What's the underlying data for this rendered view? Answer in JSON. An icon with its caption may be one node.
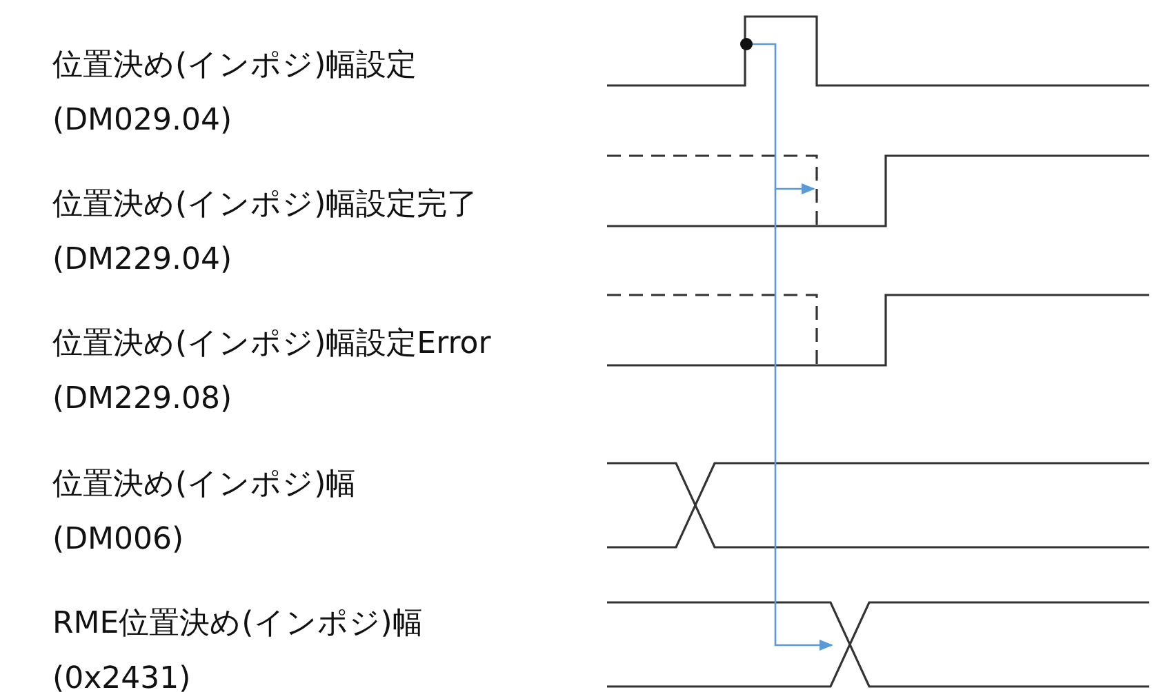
{
  "diagram": {
    "nodes": [
      {
        "text": [
          "位置決め(インポジ)幅設定",
          "(DM029.04)"
        ]
      },
      {
        "text": [
          "位置決め(インポジ)幅設定完了",
          "(DM229.04)"
        ]
      },
      {
        "text": [
          "位置決め(インポジ)幅設定Error",
          "(DM229.08)"
        ]
      },
      {
        "text": [
          "位置決め(インポジ)幅",
          "(DM006)"
        ]
      },
      {
        "text": [
          "RME位置決め(インポジ)幅",
          "(0x2431)"
        ]
      },
      {
        "text": [],
        "shape": "waveform"
      },
      {
        "text": [],
        "shape": "waveform"
      },
      {
        "text": [],
        "shape": "waveform"
      }
    ],
    "edges": [
      {
        "from": 5,
        "to": 6,
        "arrow": "to",
        "color": "#5b9bd5"
      },
      {
        "from": 5,
        "to": 7,
        "arrow": "to",
        "color": "#5b9bd5"
      }
    ]
  }
}
